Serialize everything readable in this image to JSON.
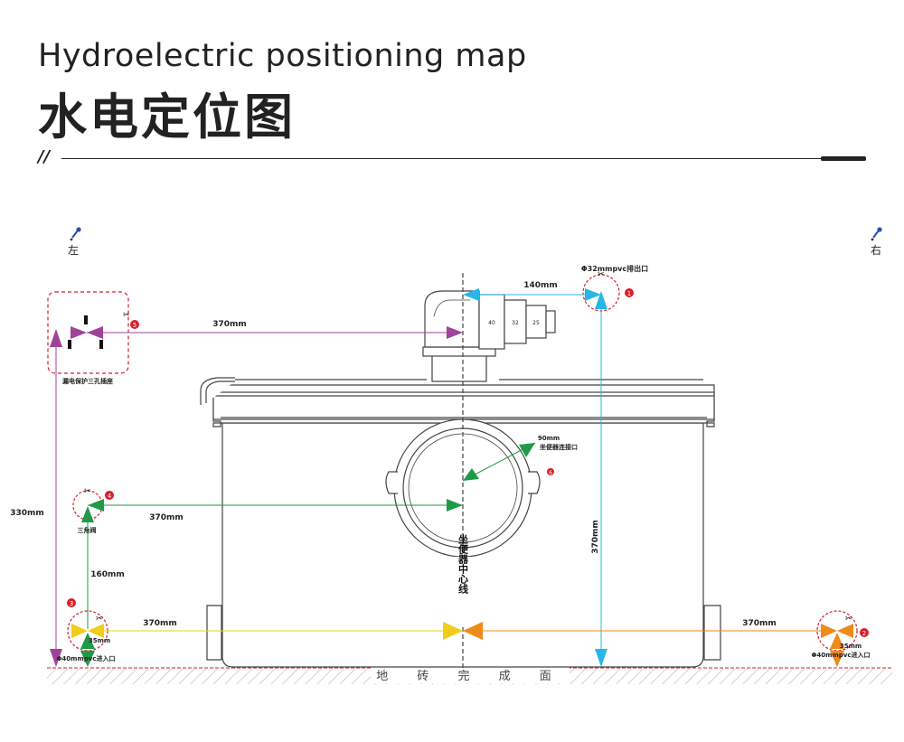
{
  "header": {
    "title_en": "Hydroelectric positioning map",
    "title_cn": "水电定位图",
    "divider_mark": "//"
  },
  "sides": {
    "left": "左",
    "right": "右"
  },
  "floor": {
    "label": "地 砖 完 成 面"
  },
  "center_line": {
    "label": "坐便器中心线"
  },
  "points": {
    "p1": {
      "num": "1",
      "label": "Φ32mmpvc排出口"
    },
    "p2": {
      "num": "2",
      "label": "Φ40mmpvc进入口"
    },
    "p3": {
      "num": "3",
      "label": "Φ40mmpvc进入口"
    },
    "p4": {
      "num": "4",
      "label": "三角阀"
    },
    "p5": {
      "num": "5",
      "label": "漏电保护三孔插座"
    },
    "p6": {
      "num": "6",
      "label": "坐便器连接口"
    }
  },
  "dimensions": {
    "outlet_horizontal": "140mm",
    "outlet_vertical": "370mm",
    "socket_horizontal": "370mm",
    "socket_vertical": "330mm",
    "valve_horizontal": "370mm",
    "valve_vertical": "160mm",
    "left_inlet_horizontal": "370mm",
    "left_inlet_height": "35mm",
    "right_inlet_horizontal": "370mm",
    "right_inlet_height": "35mm",
    "toilet_port": "90mm"
  },
  "pipe_sizes": [
    "40",
    "32",
    "25"
  ],
  "colors": {
    "outlet_cyan": "#29b6e6",
    "socket_purple": "#a0429a",
    "valve_green": "#1f9a47",
    "inlet_yellow": "#f2cc1b",
    "inlet_orange": "#ee8a1a",
    "marker_red": "#d81e2a",
    "line_gray": "#555555"
  }
}
